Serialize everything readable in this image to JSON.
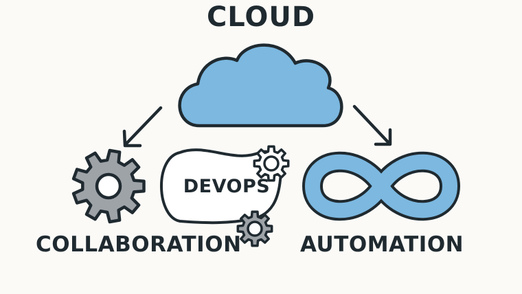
{
  "diagram": {
    "title": "CLOUD",
    "center_label": "DEVOPS",
    "left_label": "COLLABORATION",
    "right_label": "AUTOMATION",
    "colors": {
      "cloud_fill": "#7cb8e0",
      "outline": "#1f2a30",
      "gear_fill": "#9ea3a8",
      "infinity_fill": "#7cb8e0",
      "background": "#fbfaf7"
    },
    "icons": {
      "top": "cloud-icon",
      "left": "gear-icon",
      "center": "pill-with-gears-icon",
      "right": "infinity-icon"
    }
  }
}
